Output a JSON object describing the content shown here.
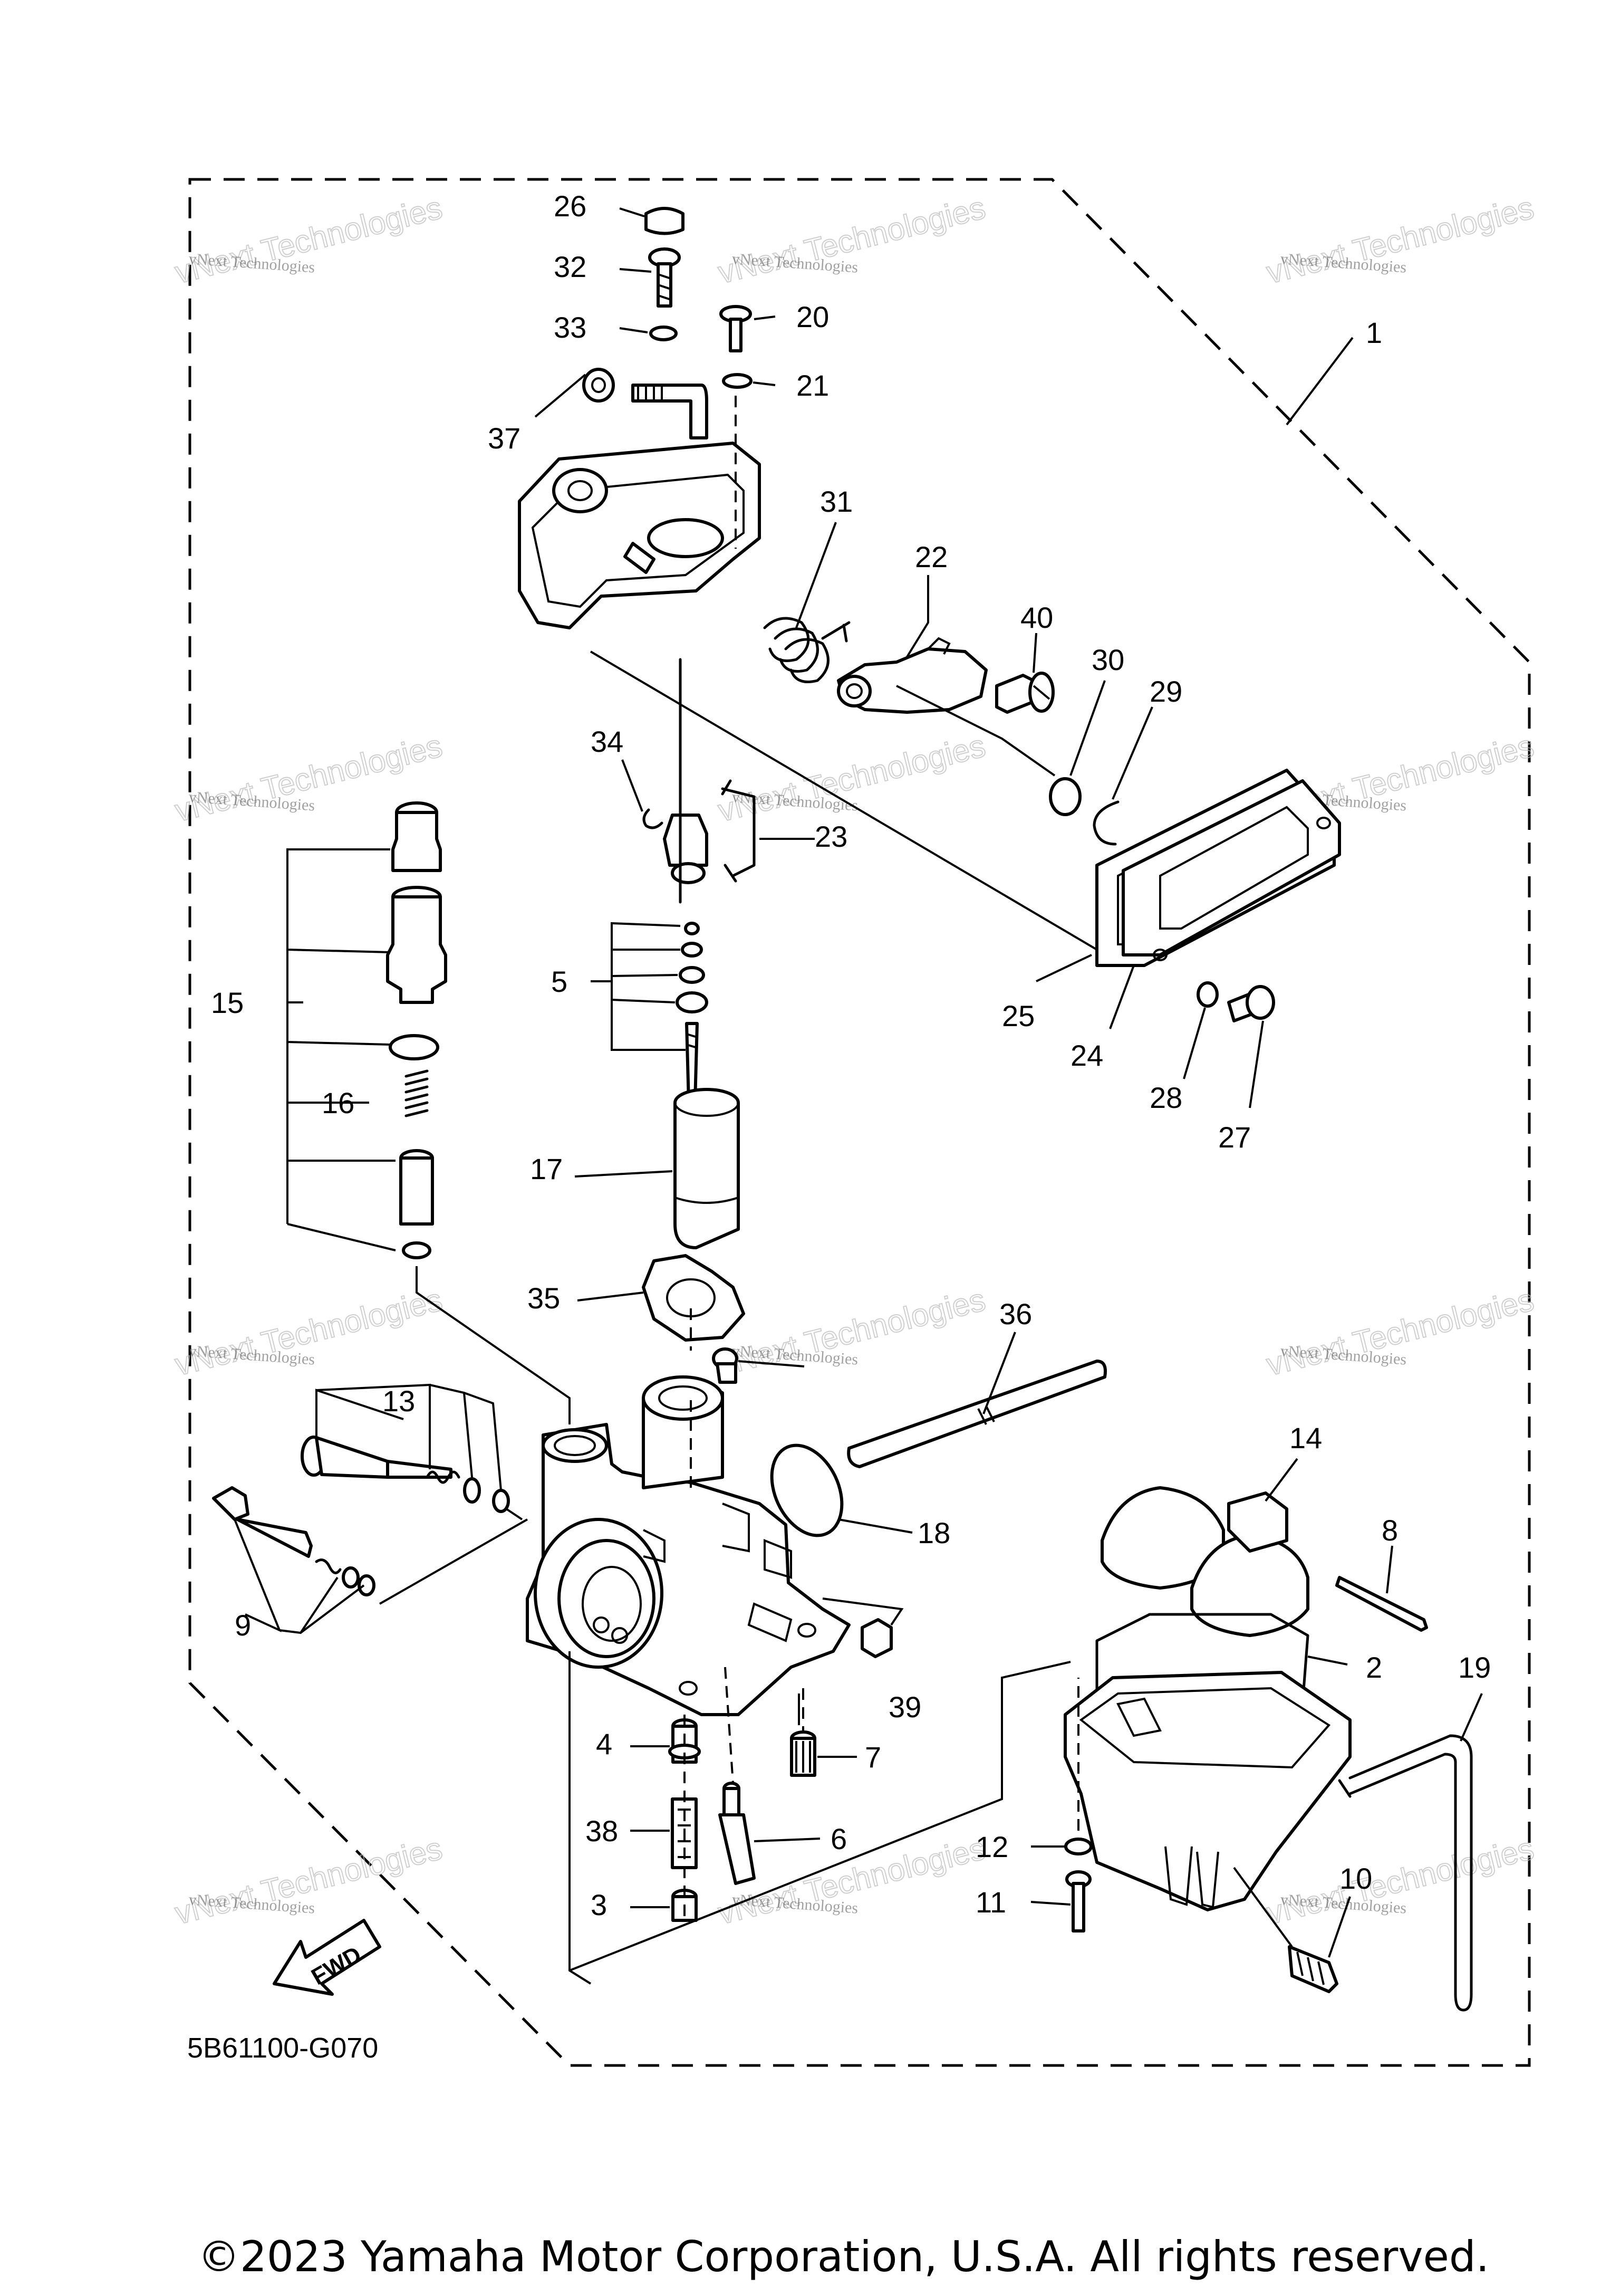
{
  "diagram_code": "5B61100-G070",
  "copyright": "©2023 Yamaha Motor Corporation, U.S.A. All rights reserved.",
  "fwd_label": "FWD",
  "watermark": {
    "line1": "vNext Technologies",
    "line2": "vNext Technologies"
  },
  "callouts": [
    "1",
    "2",
    "3",
    "4",
    "5",
    "6",
    "7",
    "8",
    "9",
    "10",
    "11",
    "12",
    "13",
    "14",
    "15",
    "16",
    "17",
    "18",
    "19",
    "20",
    "21",
    "22",
    "23",
    "24",
    "25",
    "26",
    "27",
    "28",
    "29",
    "30",
    "31",
    "32",
    "33",
    "34",
    "35",
    "36",
    "37",
    "38",
    "39",
    "40"
  ]
}
